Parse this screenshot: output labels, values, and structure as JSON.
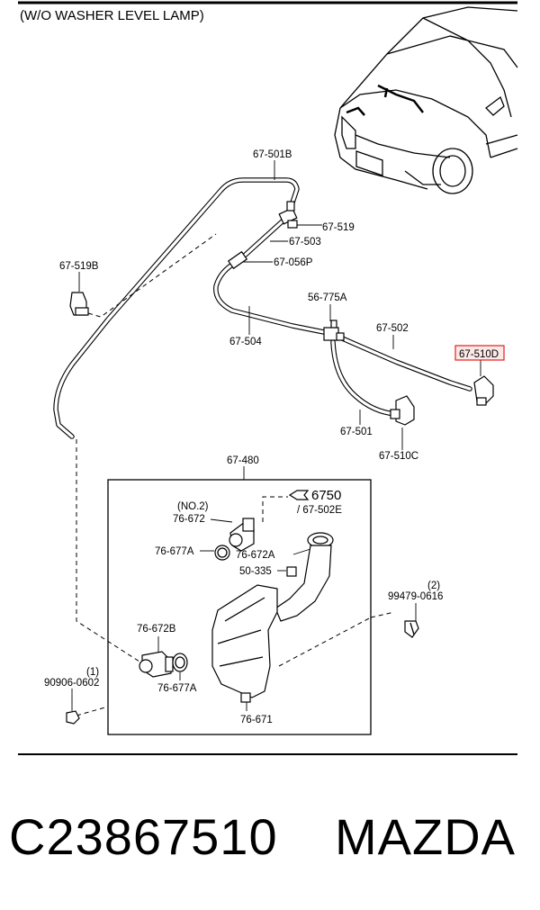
{
  "header": {
    "title": "(W/O WASHER LEVEL LAMP)"
  },
  "highlight_color": "#e0201c",
  "labels": {
    "l_67_501B": "67-501B",
    "l_67_519_top": "67-519",
    "l_67_503": "67-503",
    "l_67_056P": "67-056P",
    "l_67_519B": "67-519B",
    "l_56_775A": "56-775A",
    "l_67_502": "67-502",
    "l_67_504": "67-504",
    "l_67_510D": "67-510D",
    "l_67_501": "67-501",
    "l_67_510C": "67-510C",
    "l_67_480": "67-480",
    "l_no2": "(NO.2)",
    "l_76_672_top": "76-672",
    "l_6750": "6750",
    "l_67_502E": "/ 67-502E",
    "l_76_677A_top": "76-677A",
    "l_76_672A": "76-672A",
    "l_50_335": "50-335",
    "l_qty2": "(2)",
    "l_99479": "99479-0616",
    "l_76_672B": "76-672B",
    "l_qty1": "(1)",
    "l_90906": "90906-0602",
    "l_76_677A_bot": "76-677A",
    "l_76_671": "76-671"
  },
  "footer": {
    "part_number": "C23867510",
    "brand": "MAZDA"
  }
}
